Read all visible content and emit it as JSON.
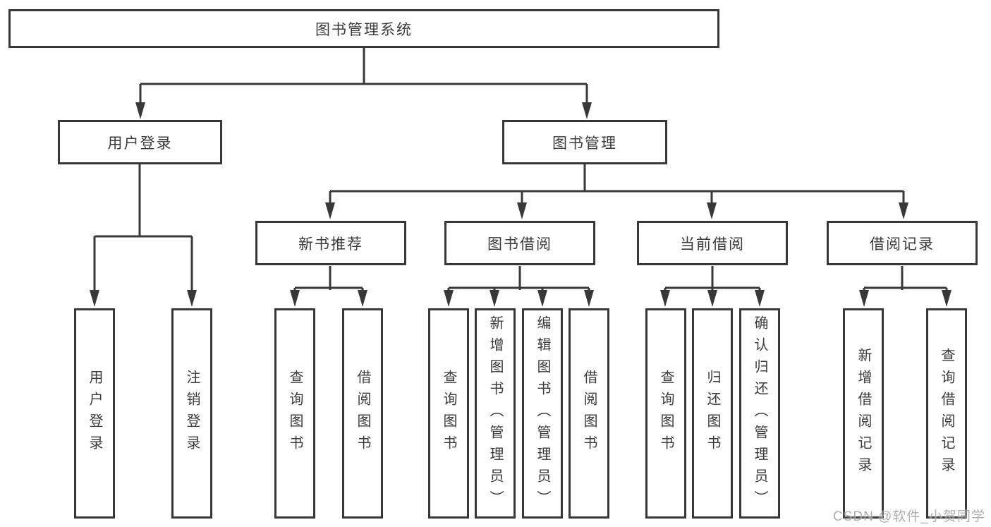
{
  "colors": {
    "line": "#383838",
    "text": "#3b3b3b",
    "box_bg": "#ffffff",
    "watermark": "#a0a0a0"
  },
  "watermark": "CSDN @软件_小贺同学",
  "tree": {
    "root": {
      "label": "图书管理系统",
      "children": [
        {
          "id": "user-login",
          "label": "用户登录",
          "children": [
            {
              "id": "user-login-leaf",
              "label": "用户登录"
            },
            {
              "id": "logout-leaf",
              "label": "注销登录"
            }
          ]
        },
        {
          "id": "book-management",
          "label": "图书管理",
          "children": [
            {
              "id": "new-book-recommend",
              "label": "新书推荐",
              "children": [
                {
                  "id": "nbr-query-books",
                  "label": "查询图书"
                },
                {
                  "id": "nbr-borrow-books",
                  "label": "借阅图书"
                }
              ]
            },
            {
              "id": "book-borrow",
              "label": "图书借阅",
              "children": [
                {
                  "id": "bb-query-books",
                  "label": "查询图书"
                },
                {
                  "id": "bb-add-books",
                  "label": "新增图书（管理员）"
                },
                {
                  "id": "bb-edit-books",
                  "label": "编辑图书（管理员）"
                },
                {
                  "id": "bb-borrow-books",
                  "label": "借阅图书"
                }
              ]
            },
            {
              "id": "current-borrow",
              "label": "当前借阅",
              "children": [
                {
                  "id": "cb-query-books",
                  "label": "查询图书"
                },
                {
                  "id": "cb-return-books",
                  "label": "归还图书"
                },
                {
                  "id": "cb-confirm-return",
                  "label": "确认归还（管理员）"
                }
              ]
            },
            {
              "id": "borrow-records",
              "label": "借阅记录",
              "children": [
                {
                  "id": "br-add-record",
                  "label": "新增借阅记录"
                },
                {
                  "id": "br-query-record",
                  "label": "查询借阅记录"
                }
              ]
            }
          ]
        }
      ]
    }
  }
}
